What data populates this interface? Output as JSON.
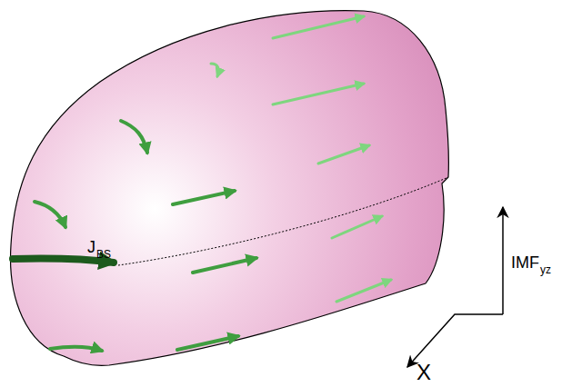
{
  "diagram": {
    "labels": [
      "J",
      "BS",
      "IMF",
      "yz",
      "X"
    ]
  }
}
